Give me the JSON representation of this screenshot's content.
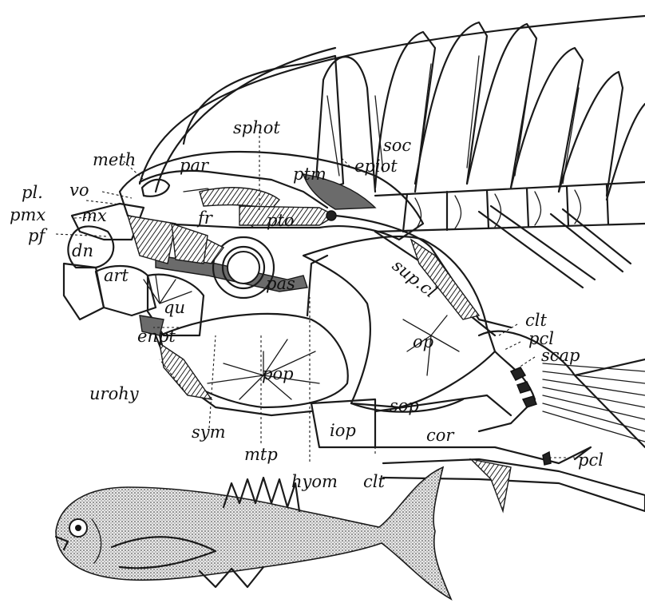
{
  "labels": {
    "sphot": "sphot",
    "soc": "soc",
    "meth": "meth",
    "par": "par",
    "ptm": "ptm",
    "epiot": "epiot",
    "pl": "pl.",
    "vo": "vo",
    "pmx": "pmx",
    "mx": "mx",
    "fr": "fr",
    "pto": "pto",
    "pf": "pf",
    "dn": "dn",
    "art": "art",
    "supcl": "sup.cl",
    "pas": "pas",
    "qu": "qu",
    "op": "op",
    "clt_upper": "clt",
    "pcl_upper": "pcl",
    "scap": "scap",
    "enpt": "enpt",
    "pop": "pop",
    "urohy": "urohy",
    "sym": "sym",
    "sop": "sop",
    "iop": "iop",
    "cor": "cor",
    "pcl_lower": "pcl",
    "mtp": "mtp",
    "hyom": "hyom",
    "clt_lower": "clt"
  }
}
